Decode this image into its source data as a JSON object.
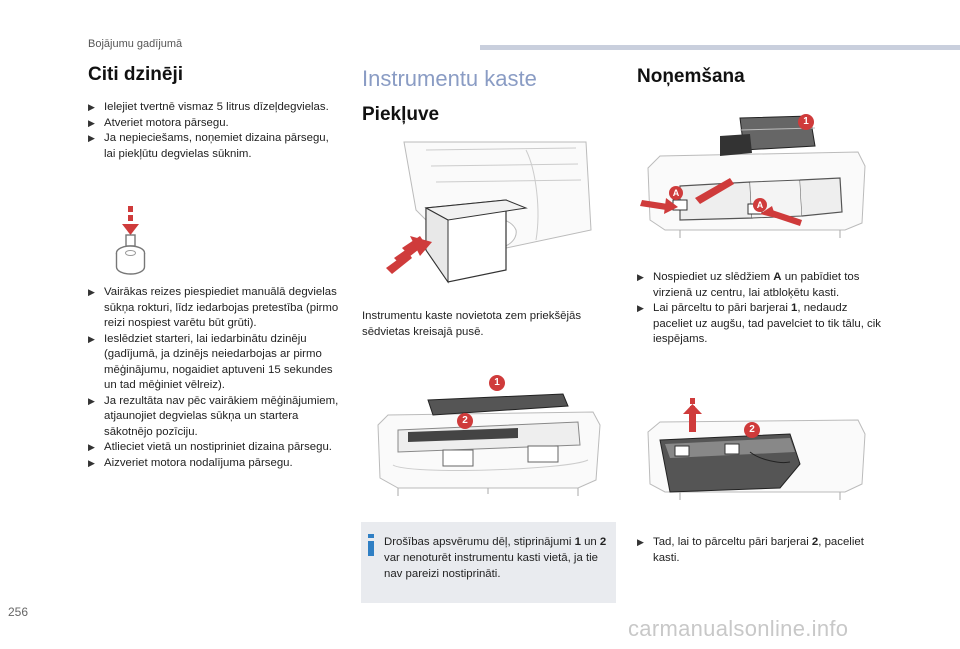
{
  "header": {
    "section": "Bojājumu gadījumā",
    "page_number": "256"
  },
  "watermark": "carmanualsonline.info",
  "col1": {
    "title": "Citi dzinēji",
    "steps_a": [
      "Ielejiet tvertnē vismaz 5 litrus dīzeļdegvielas.",
      "Atveriet motora pārsegu.",
      "Ja nepieciešams, noņemiet dizaina pārsegu, lai piekļūtu degvielas sūknim."
    ],
    "steps_b": [
      "Vairākas reizes piespiediet manuālā degvielas sūkņa rokturi, līdz iedarbojas pretestība (pirmo reizi nospiest varētu būt grūti).",
      "Ieslēdziet starteri, lai iedarbinātu dzinēju (gadījumā, ja dzinējs neiedarbojas ar pirmo mēģinājumu, nogaidiet aptuveni 15 sekundes un tad mēģiniet vēlreiz).",
      "Ja rezultāta nav pēc vairākiem mēģinājumiem, atjaunojiet degvielas sūkņa un startera sākotnējo pozīciju.",
      "Atlieciet vietā un nostipriniet dizaina pārsegu.",
      "Aizveriet motora nodalījuma pārsegu."
    ]
  },
  "col2": {
    "title": "Instrumentu kaste",
    "subtitle": "Piekļuve",
    "paragraph": "Instrumentu kaste novietota zem priekšējās sēdvietas kreisajā pusē.",
    "info_before_1": "Drošības apsvērumu dēļ, stiprinājumi ",
    "info_bold_1": "1",
    "info_mid": " un ",
    "info_bold_2": "2",
    "info_after": " var nenoturēt instrumentu kasti vietā, ja tie nav pareizi nostiprināti.",
    "fig_markers": [
      "1",
      "2"
    ]
  },
  "col3": {
    "title": "Noņemšana",
    "step1_before": "Nospiediet uz slēdžiem ",
    "step1_bold": "A",
    "step1_after": " un pabīdiet tos virzienā uz centru, lai atbloķētu kasti.",
    "step2_before": "Lai pārceltu to pāri barjerai ",
    "step2_bold": "1",
    "step2_after": ", nedaudz paceliet uz augšu, tad pavelciet to tik tālu, cik iespējams.",
    "step3_before": "Tad, lai to pārceltu pāri barjerai ",
    "step3_bold": "2",
    "step3_after": ", paceliet kasti.",
    "fig_markers_top": [
      "1",
      "A",
      "A"
    ],
    "fig_markers_bottom": [
      "2"
    ]
  },
  "colors": {
    "marker": "#cf3b3b",
    "heading_light": "#8a9cc4",
    "info_icon": "#2f7fc4",
    "info_bg": "#e9ebef"
  },
  "icons": [
    "bullet-f-icon",
    "fuel-pump-handle-icon",
    "info-icon",
    "red-arrow-icon"
  ]
}
